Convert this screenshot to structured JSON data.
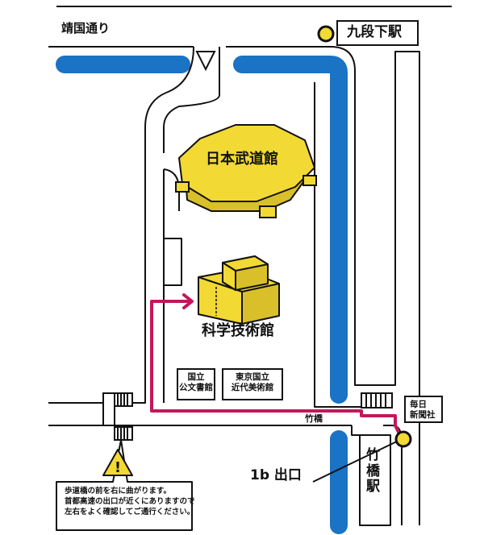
{
  "labels": {
    "yasukuni_dori": "靖国通り",
    "kudanshita_station": "九段下駅",
    "nippon_budokan": "日本武道館",
    "science_museum": "科学技術館",
    "national_archives_l1": "国立",
    "national_archives_l2": "公文書館",
    "momat_l1": "東京国立",
    "momat_l2": "近代美術館",
    "takebashi": "竹橋",
    "mainichi_l1": "毎日",
    "mainichi_l2": "新聞社",
    "exit_1b": "1b 出口",
    "takebashi_station_l1": "竹",
    "takebashi_station_l2": "橋",
    "takebashi_station_l3": "駅"
  },
  "caution": {
    "line1": "歩道橋の前を右に曲がります。",
    "line2": "首都高速の出口が近くにありますので",
    "line3": "左右をよく確認してご通行ください。"
  },
  "colors": {
    "water": "#1a73c4",
    "building": "#f2d933",
    "route": "#c2185b",
    "road": "#111111",
    "warning": "#f2d933"
  }
}
